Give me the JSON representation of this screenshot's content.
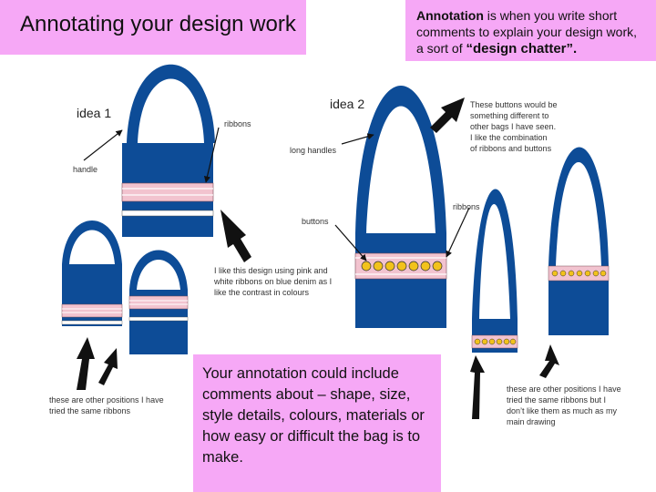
{
  "title": "Annotating your design work",
  "definition": {
    "term": "Annotation",
    "text": " is when you write short comments to explain your design work, a sort of ",
    "emphasis": "“design chatter”."
  },
  "comment": "Your annotation could include comments about – shape, size, style details, colours, materials or how easy or difficult the bag is to make.",
  "idea1": {
    "title": "idea 1",
    "labels": {
      "ribbons": "ribbons",
      "handle": "handle",
      "like": [
        "I like this design using pink and",
        "white ribbons on blue denim as I",
        " like the contrast in colours"
      ],
      "other": [
        "these are other positions I have",
        "tried the same ribbons"
      ]
    }
  },
  "idea2": {
    "title": "idea 2",
    "labels": {
      "long_handles": "long handles",
      "buttons_note": [
        "These buttons would be",
        "something different to",
        "other bags I have seen.",
        "I like the combination",
        "of ribbons and buttons"
      ],
      "buttons": "buttons",
      "ribbons": "ribbons",
      "other": [
        "these are other positions I have",
        "tried the same ribbons but I",
        "don’t like them as much as my",
        "main drawing"
      ]
    }
  },
  "colors": {
    "denim": "#0d4c97",
    "pink_ribbon": "#f2c3cf",
    "white_ribbon": "#ffffff",
    "button": "#f2c21b",
    "highlight_box": "#f6a8f6",
    "arrow": "#111111"
  }
}
